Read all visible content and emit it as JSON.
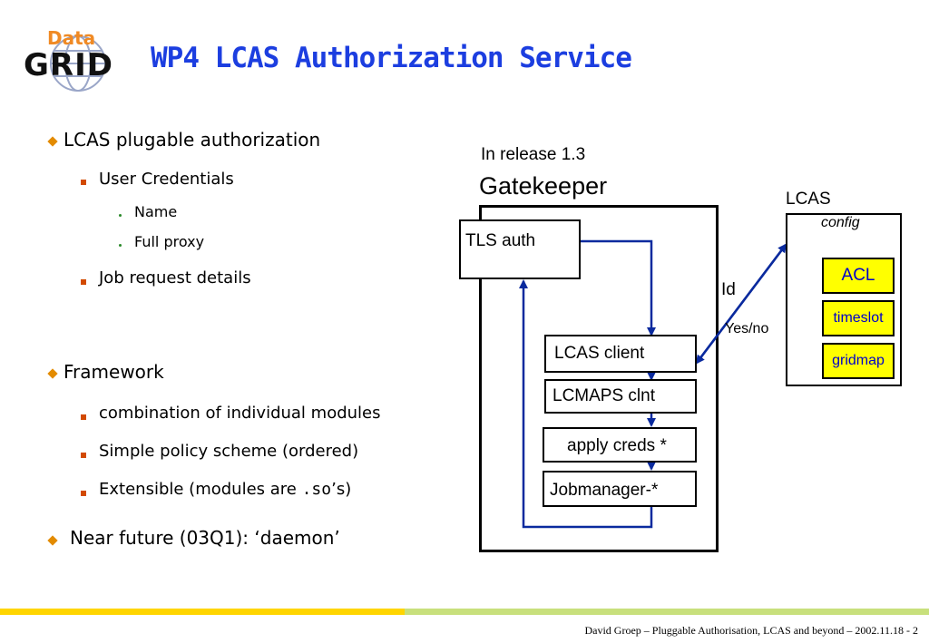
{
  "logo": {
    "top_text": "Data",
    "bottom_text": "GRID"
  },
  "title": "WP4 LCAS Authorization Service",
  "bullets": {
    "b1": "LCAS plugable authorization",
    "b1_1": "User Credentials",
    "b1_1_1": "Name",
    "b1_1_2": "Full proxy",
    "b1_2": "Job request details",
    "b2": "Framework",
    "b2_1": "combination of individual modules",
    "b2_2": "Simple policy scheme (ordered)",
    "b2_3_pre": "Extensible (modules are ",
    "b2_3_code": ".so",
    "b2_3_post": "’s)",
    "b3": "Near future (03Q1): ‘daemon’"
  },
  "diagram": {
    "release_note": "In release 1.3",
    "gatekeeper": "Gatekeeper",
    "tls_auth": "TLS auth",
    "lcas_client": "LCAS client",
    "lcmaps_clnt": "LCMAPS clnt",
    "apply_creds": "apply creds *",
    "jobmanager": "Jobmanager-*",
    "id_label": "Id",
    "yesno_label": "Yes/no",
    "lcas_title": "LCAS",
    "config_label": "config",
    "acl": "ACL",
    "timeslot": "timeslot",
    "gridmap": "gridmap",
    "arrow_color": "#0a2a9e",
    "module_fill": "#ffff00"
  },
  "footer": "David Groep – Pluggable Authorisation, LCAS and beyond – 2002.11.18  -  2",
  "colors": {
    "title": "#1c3ee0",
    "bullet_l1": "#e38b00",
    "bullet_l2": "#d24a00",
    "footer_yellow": "#ffd500",
    "footer_green": "#c8e07c"
  }
}
